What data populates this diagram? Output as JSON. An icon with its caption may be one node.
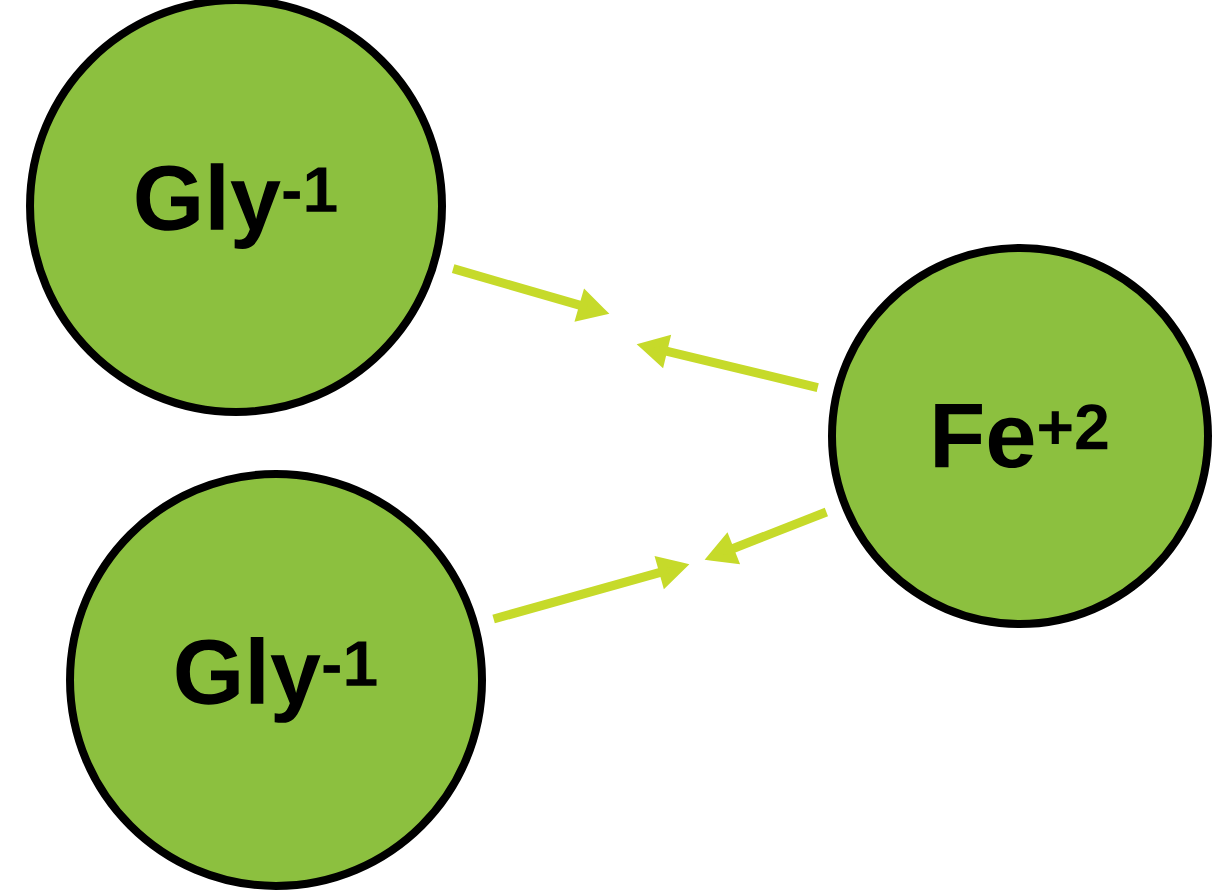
{
  "diagram": {
    "nodes": [
      {
        "text": [
          "Gly$^{-1}$"
        ]
      },
      {
        "text": [
          "Gly$^{-1}$"
        ]
      },
      {
        "text": [
          "Fe$^{+2}$"
        ]
      }
    ],
    "edges": [
      {
        "from": 0,
        "to": null,
        "arrow": "to"
      },
      {
        "from": 2,
        "to": null,
        "arrow": "to"
      },
      {
        "from": 2,
        "to": null,
        "arrow": "to"
      },
      {
        "from": 1,
        "to": null,
        "arrow": "to"
      }
    ]
  }
}
